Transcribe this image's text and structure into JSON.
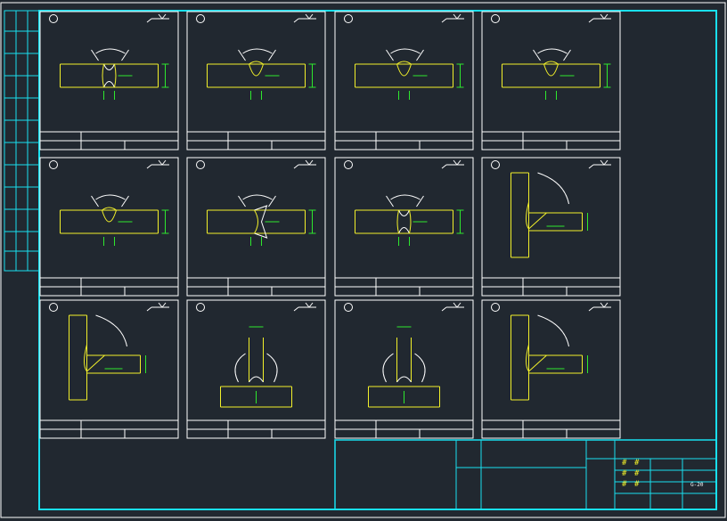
{
  "drawing": {
    "colors": {
      "background": "#212830",
      "frame": "#19e0ef",
      "line": "#ffffff",
      "part": "#f2f02a",
      "dimension": "#2ee82e",
      "title_text": "#f2f02a"
    },
    "title_block": {
      "code": "G-20",
      "stamp_marks": [
        "#",
        "#",
        "#",
        "#",
        "#",
        "#"
      ]
    },
    "cells": [
      {
        "row": 1,
        "col": 1,
        "symbol": "⊕ ⌐"
      },
      {
        "row": 1,
        "col": 2,
        "symbol": "⊕ ⌐V"
      },
      {
        "row": 1,
        "col": 3,
        "symbol": "⊕ ⌐V"
      },
      {
        "row": 1,
        "col": 4,
        "symbol": "⊕ ⌐V"
      },
      {
        "row": 2,
        "col": 1,
        "symbol": "⊕ ⌐V"
      },
      {
        "row": 2,
        "col": 2,
        "symbol": "⊕ ⌐K"
      },
      {
        "row": 2,
        "col": 3,
        "symbol": "⊕ ⌐X"
      },
      {
        "row": 2,
        "col": 4,
        "symbol": "⊕ ⌐V"
      },
      {
        "row": 3,
        "col": 1,
        "symbol": "⊕ ⌐V"
      },
      {
        "row": 3,
        "col": 2,
        "symbol": "⊕ ⌐K"
      },
      {
        "row": 3,
        "col": 3,
        "symbol": "⊕ ⌐V"
      },
      {
        "row": 3,
        "col": 4,
        "symbol": "⊕ ⌐K"
      }
    ]
  }
}
